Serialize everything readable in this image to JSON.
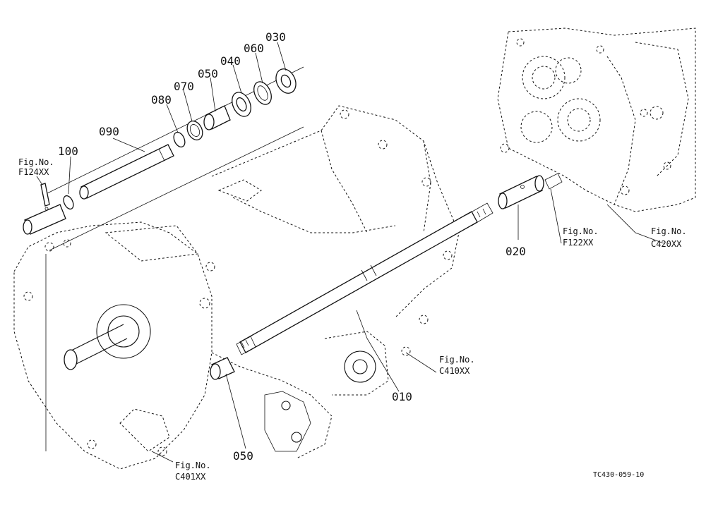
{
  "parts": {
    "p030": "030",
    "p060": "060",
    "p040": "040",
    "p050a": "050",
    "p070": "070",
    "p080": "080",
    "p090": "090",
    "p100": "100",
    "p020": "020",
    "p010": "010",
    "p050b": "050"
  },
  "refs": {
    "f124": {
      "line1": "Fig.No.",
      "line2": "F124XX"
    },
    "f122": {
      "line1": "Fig.No.",
      "line2": "F122XX"
    },
    "c420": {
      "line1": "Fig.No.",
      "line2": "C420XX"
    },
    "c410": {
      "line1": "Fig.No.",
      "line2": "C410XX"
    },
    "c401": {
      "line1": "Fig.No.",
      "line2": "C401XX"
    }
  },
  "drawing_code": "TC430-059-10"
}
